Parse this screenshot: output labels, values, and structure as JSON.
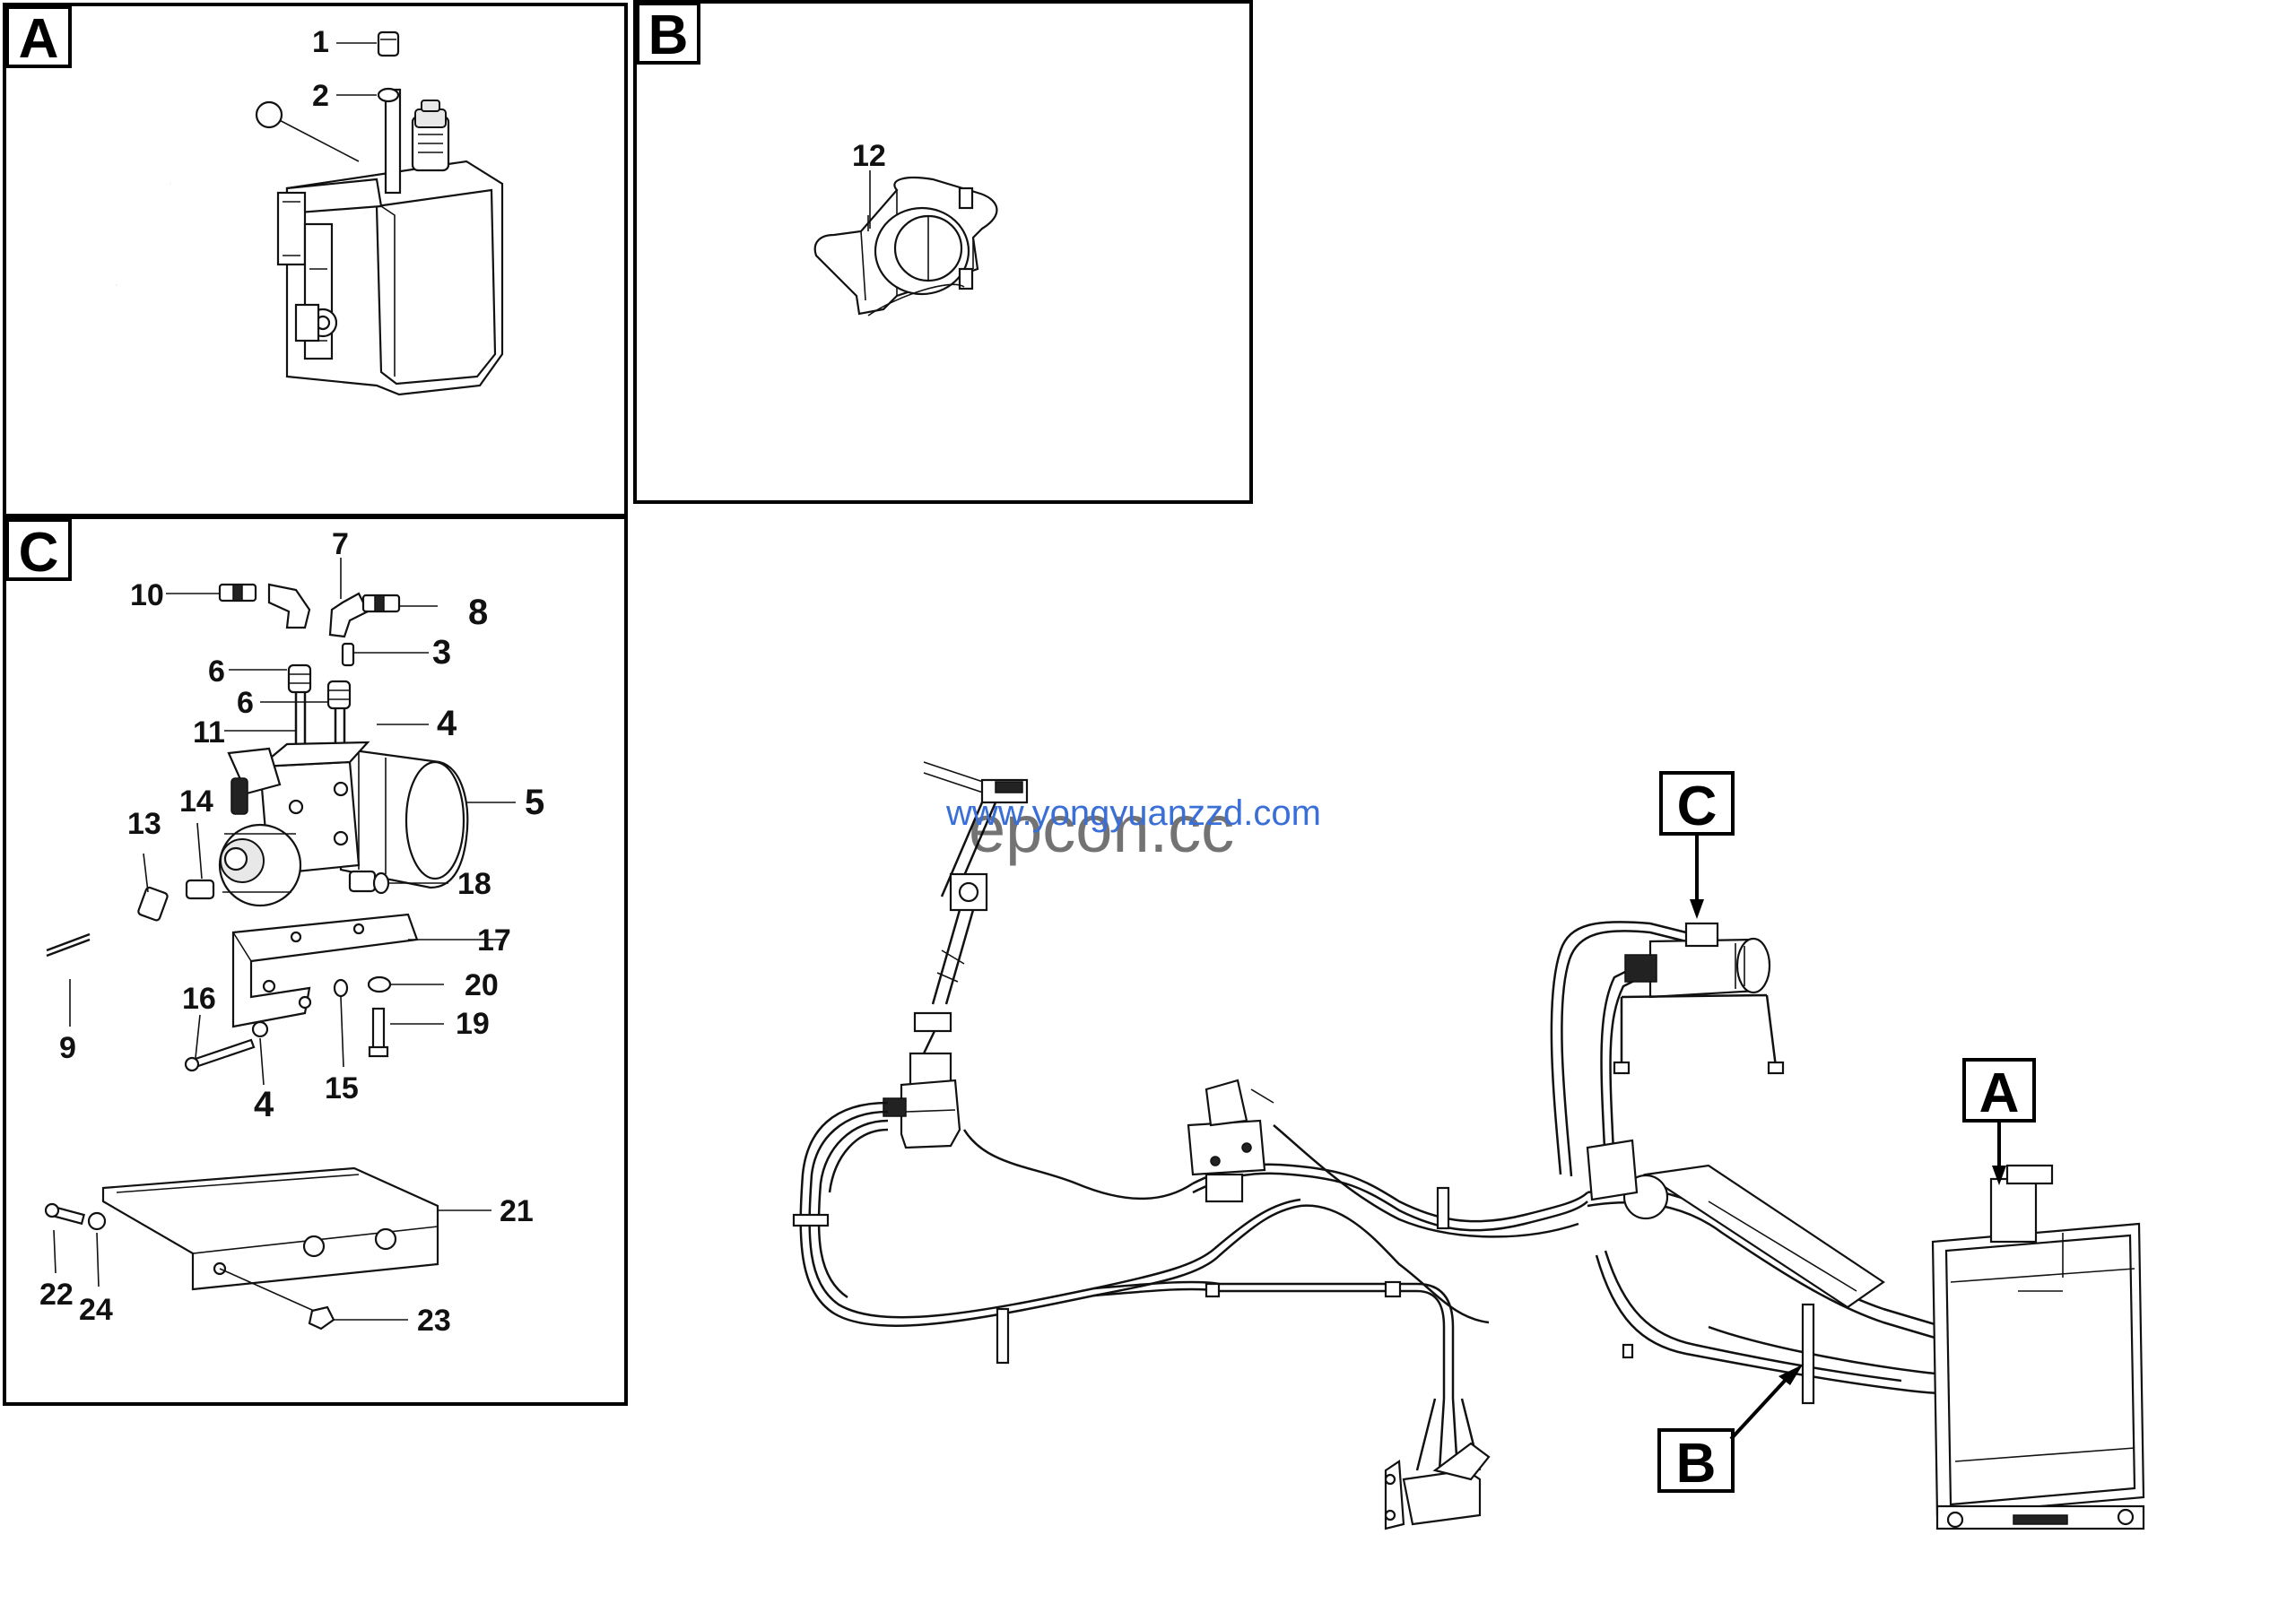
{
  "panels": [
    {
      "id": "A",
      "letter": "A"
    },
    {
      "id": "B",
      "letter": "B"
    },
    {
      "id": "C",
      "letter": "C"
    }
  ],
  "callouts": {
    "A": {
      "letter": "A"
    },
    "B": {
      "letter": "B"
    },
    "C": {
      "letter": "C"
    }
  },
  "part_numbers": {
    "p1": "1",
    "p2": "2",
    "p3": "3",
    "p4a": "4",
    "p4b": "4",
    "p5": "5",
    "p6a": "6",
    "p6b": "6",
    "p7": "7",
    "p8": "8",
    "p9": "9",
    "p10": "10",
    "p11": "11",
    "p12": "12",
    "p13": "13",
    "p14": "14",
    "p15": "15",
    "p16": "16",
    "p17": "17",
    "p18": "18",
    "p19": "19",
    "p20": "20",
    "p21": "21",
    "p22": "22",
    "p23": "23",
    "p24": "24"
  },
  "watermarks": {
    "url": "www.yongyuanzzd.com",
    "brand": "epcon.cc"
  }
}
